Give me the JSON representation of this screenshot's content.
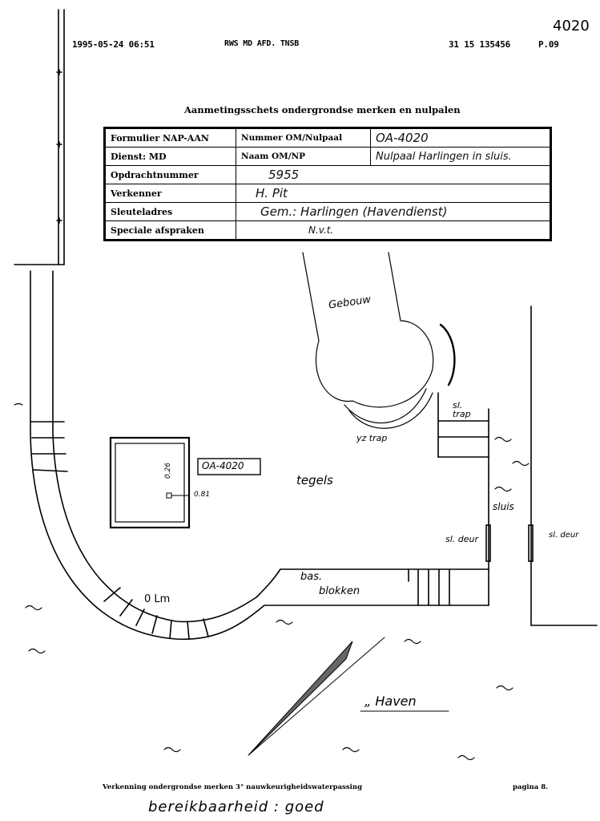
{
  "fax_header": {
    "datetime": "1995-05-24  06:51",
    "sender": "RWS MD AFD. TNSB",
    "phone": "31 15 135456",
    "page": "P.09"
  },
  "handwritten_number": "4020",
  "title": "Aanmetingsschets ondergrondse merken en nulpalen",
  "form": {
    "rows": [
      {
        "label": "Formulier NAP-AAN",
        "sublabel": "Nummer OM/Nulpaal",
        "value": "OA-4020"
      },
      {
        "label": "Dienst: MD",
        "sublabel": "Naam OM/NP",
        "value": "Nulpaal Harlingen in sluis."
      },
      {
        "label": "Opdrachtnummer",
        "value": "5955"
      },
      {
        "label": "Verkenner",
        "value": "H. Pit"
      },
      {
        "label": "Sleuteladres",
        "value": "Gem.: Harlingen (Havendienst)"
      },
      {
        "label": "Speciale afspraken",
        "value": "N.v.t."
      }
    ]
  },
  "sketch": {
    "building": "Gebouw",
    "stairs_building": "yz trap",
    "tiles": "tegels",
    "marker_box": "OA-4020",
    "dim_vertical": "0.26",
    "dim_horizontal": "0.81",
    "lock_stairs": "sl. trap",
    "lock": "sluis",
    "lock_door_left": "sl. deur",
    "lock_door_right": "sl. deur",
    "basalt_blocks_1": "bas.",
    "basalt_blocks_2": "blokken",
    "zero_lm": "0 Lm",
    "harbour": "„ Haven"
  },
  "footer": {
    "left": "Verkenning ondergrondse merken 3° nauwkeurigheidswaterpassing",
    "right": "pagina 8."
  },
  "handwritten_note": "bereikbaarheid : goed"
}
